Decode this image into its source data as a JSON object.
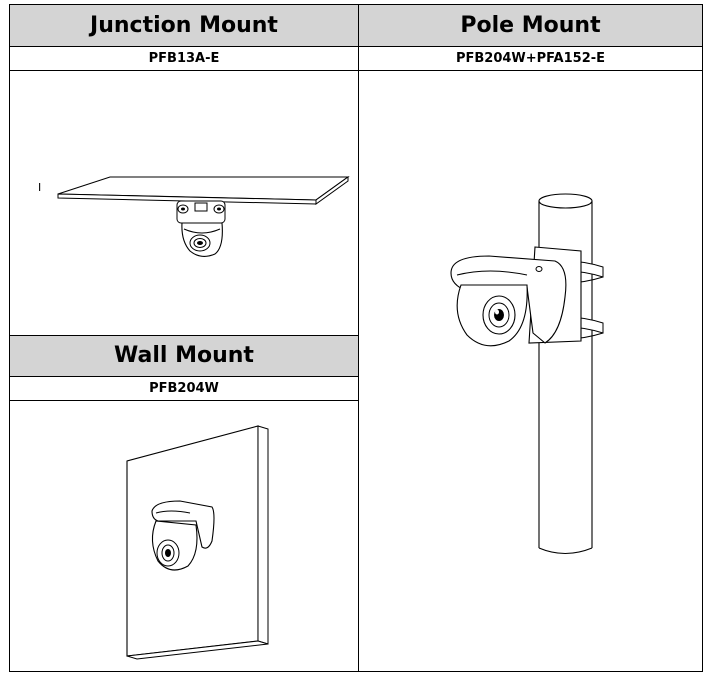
{
  "junction": {
    "title": "Junction Mount",
    "model": "PFB13A-E",
    "figure_marker": "I"
  },
  "pole": {
    "title": "Pole Mount",
    "model": "PFB204W+PFA152-E"
  },
  "wall": {
    "title": "Wall Mount",
    "model": "PFB204W"
  }
}
